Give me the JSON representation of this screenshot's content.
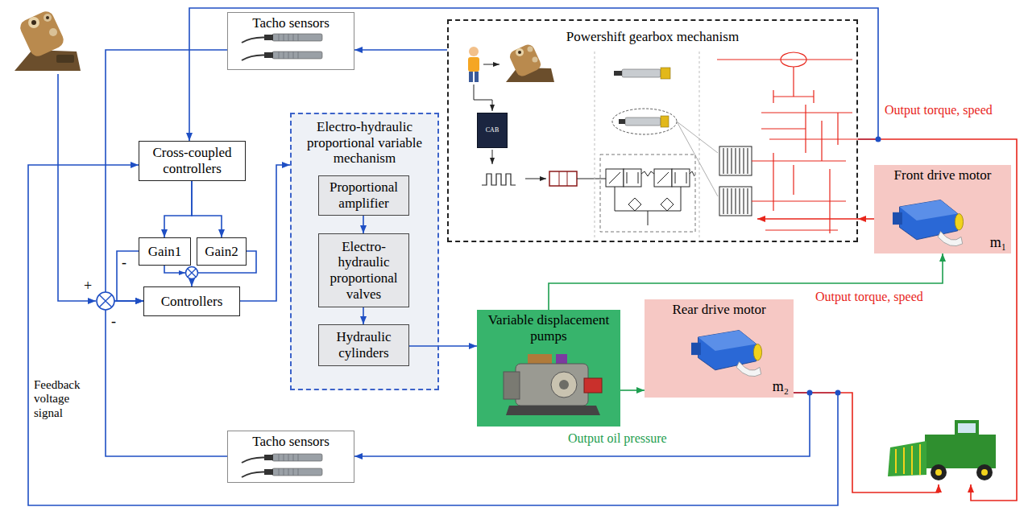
{
  "diagram": {
    "nodes": [
      {
        "text": [
          "Tacho sensors"
        ]
      },
      {
        "text": [
          "Cross-coupled controllers"
        ]
      },
      {
        "text": [
          "Gain1"
        ]
      },
      {
        "text": [
          "Gain2"
        ]
      },
      {
        "text": [
          "Controllers"
        ]
      },
      {
        "text": [
          "Electro-hydraulic proportional variable mechanism"
        ]
      },
      {
        "text": [
          "Proportional amplifier"
        ],
        "in": 5
      },
      {
        "text": [
          "Electro-hydraulic proportional valves"
        ],
        "in": 5
      },
      {
        "text": [
          "Hydraulic cylinders"
        ],
        "in": 5
      },
      {
        "text": [
          "Powershift gearbox mechanism"
        ]
      },
      {
        "text": [
          "CAB"
        ],
        "in": 9
      },
      {
        "text": [
          "Front drive motor",
          "m₁"
        ]
      },
      {
        "text": [
          "Variable displacement pumps"
        ]
      },
      {
        "text": [
          "Rear drive motor",
          "m₂"
        ]
      },
      {
        "text": [
          "Tacho sensors"
        ]
      }
    ],
    "edges": [
      {
        "from": 9,
        "to": 0,
        "arrow": "to"
      },
      {
        "from": 0,
        "to": 4,
        "arrow": "to"
      },
      {
        "from": 1,
        "to": 2,
        "arrow": "to"
      },
      {
        "from": 1,
        "to": 3,
        "arrow": "to"
      },
      {
        "from": 2,
        "to": 4,
        "arrow": "to"
      },
      {
        "from": 3,
        "to": 4,
        "arrow": "to"
      },
      {
        "from": 4,
        "to": 5,
        "arrow": "to"
      },
      {
        "from": 6,
        "to": 7,
        "arrow": "to"
      },
      {
        "from": 7,
        "to": 8,
        "arrow": "to"
      },
      {
        "from": 8,
        "to": 12,
        "arrow": "to"
      },
      {
        "from": 12,
        "to": 11,
        "arrow": "to"
      },
      {
        "from": 12,
        "to": 13,
        "arrow": "to"
      },
      {
        "from": 11,
        "to": 9,
        "arrow": "to"
      },
      {
        "from": 9,
        "to": 1,
        "arrow": "to"
      },
      {
        "from": 13,
        "to": 14,
        "arrow": "to"
      },
      {
        "from": 13,
        "to": 1,
        "arrow": "to"
      },
      {
        "from": 14,
        "to": 4,
        "arrow": "to"
      }
    ],
    "labels": [
      "+",
      "-",
      "-",
      "Feedback voltage signal",
      "Output torque, speed",
      "Output torque, speed",
      "Output oil pressure"
    ]
  }
}
